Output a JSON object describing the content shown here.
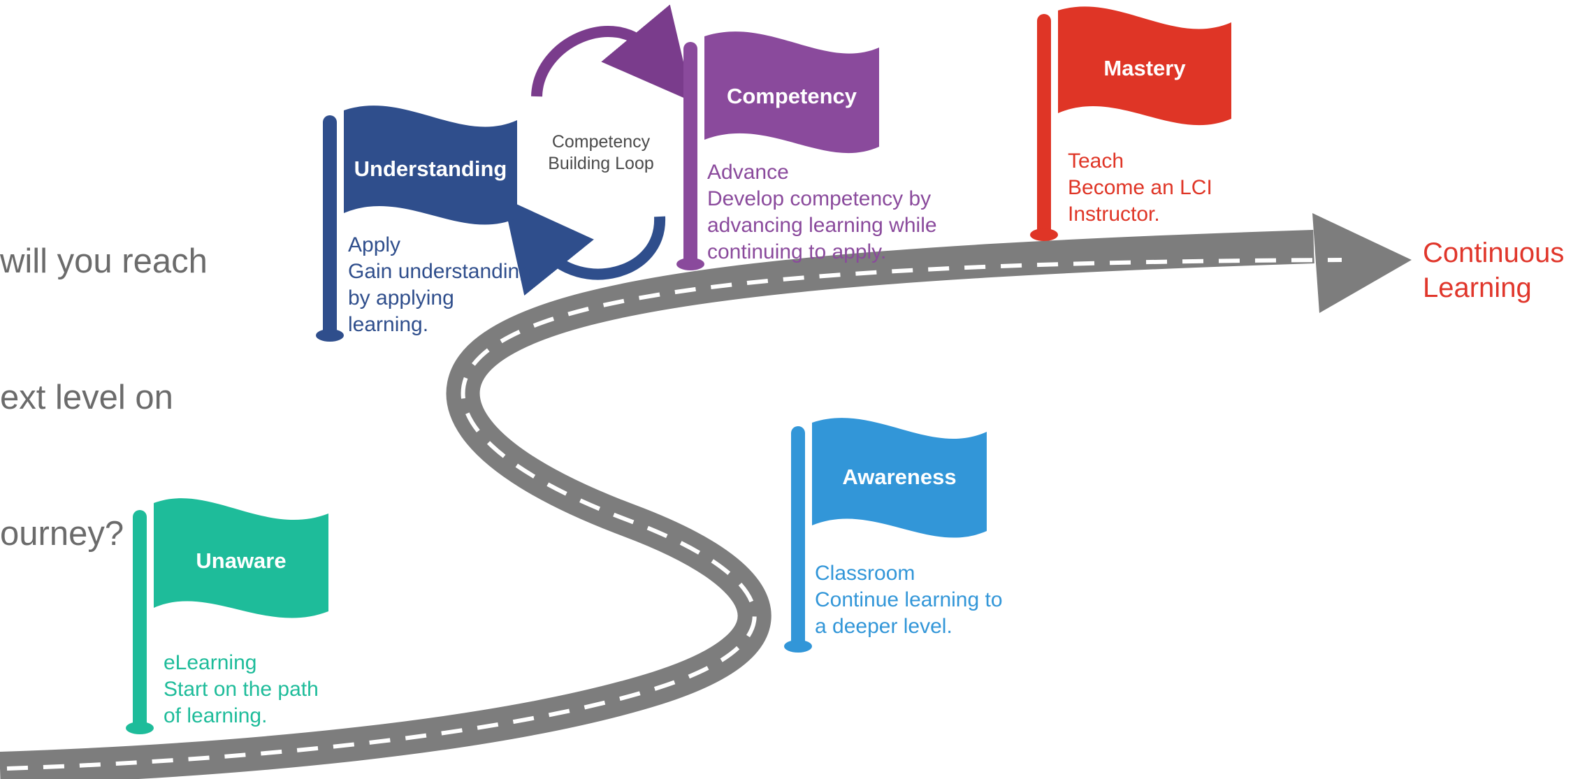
{
  "intro": {
    "lines": [
      "will you reach",
      "ext level on",
      "ourney?"
    ]
  },
  "loop": {
    "line1": "Competency",
    "line2": "Building Loop",
    "color": "#7a3c8c"
  },
  "end_label": {
    "line1": "Continuous",
    "line2": "Learning",
    "color": "#e0362b"
  },
  "road": {
    "color": "#7d7d7d",
    "dash_color": "#ffffff"
  },
  "flags": {
    "unaware": {
      "title": "Unaware",
      "color": "#1ebc9a",
      "line1": "eLearning",
      "line2": "Start on the path",
      "line3": "of learning."
    },
    "understanding": {
      "title": "Understanding",
      "color": "#2f4e8c",
      "line1": "Apply",
      "line2": "Gain understanding",
      "line3": "by applying",
      "line4": "learning."
    },
    "competency": {
      "title": "Competency",
      "color": "#8a4a9c",
      "line1": "Advance",
      "line2": "Develop competency by",
      "line3": "advancing learning while",
      "line4": "continuing to apply."
    },
    "awareness": {
      "title": "Awareness",
      "color": "#3296d8",
      "line1": "Classroom",
      "line2": "Continue learning to",
      "line3": "a deeper level."
    },
    "mastery": {
      "title": "Mastery",
      "color": "#df3526",
      "line1": "Teach",
      "line2": "Become an LCI",
      "line3": "Instructor."
    }
  }
}
